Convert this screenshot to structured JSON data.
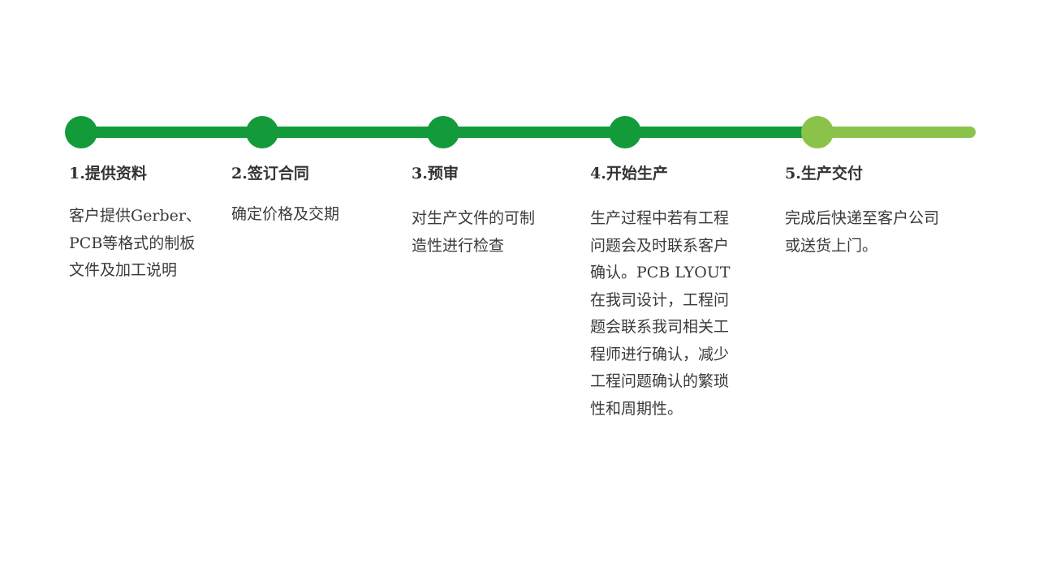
{
  "colors": {
    "completed": "#139a3a",
    "current": "#8bc34a",
    "text": "#333333"
  },
  "steps": [
    {
      "title": "1.提供资料",
      "description": "客户提供Gerber、PCB等格式的制板文件及加工说明",
      "status": "completed"
    },
    {
      "title": "2.签订合同",
      "description": "确定价格及交期",
      "status": "completed"
    },
    {
      "title": "3.预审",
      "description": "对生产文件的可制造性进行检查",
      "status": "completed"
    },
    {
      "title": "4.开始生产",
      "description": "生产过程中若有工程问题会及时联系客户确认。PCB LYOUT 在我司设计，工程问题会联系我司相关工程师进行确认，减少工程问题确认的繁琐性和周期性。",
      "status": "completed"
    },
    {
      "title": "5.生产交付",
      "description": "完成后快递至客户公司或送货上门。",
      "status": "current"
    }
  ]
}
